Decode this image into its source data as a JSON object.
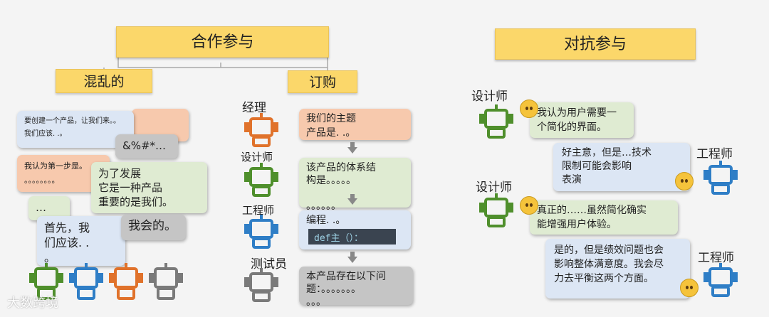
{
  "headers": {
    "cooperative": "合作参与",
    "adversarial": "对抗参与",
    "chaotic": "混乱的",
    "ordered": "订购"
  },
  "chaotic": {
    "b1": "要创建一个产品，让我们来。。\n   我们应该. .。",
    "b2": "&%#*…",
    "b3": "我认为第一步是。\n。。。。。。。。",
    "b4": "为了发展\n  它是一种产品\n重要的是我们。",
    "b5": "…",
    "b6": "首先，我\n们应该. .\n。",
    "b7": "我会的。"
  },
  "ordered": {
    "roles": [
      "经理",
      "设计师",
      "工程师",
      "测试员"
    ],
    "m1": "我们的主题\n  产品是. .。",
    "m2": "该产品的体系结\n构是。。。。。\n\n。。。。。。",
    "m3": "编程. .。",
    "code": "def主（）：",
    "m4": "本产品存在以下问\n题：。。。。。。。\n。。。"
  },
  "adversarial": {
    "role_designer": "设计师",
    "role_engineer": "工程师",
    "a1": "我认为用户需要一\n个简化的界面。",
    "a2": "好主意，但是…技术\n  限制可能会影响\n      表演",
    "a3": "真正的……虽然简化确实\n能增强用户体验。",
    "a4": "是的，但是绩效问题也会\n影响整体满意度。我会尽\n力去平衡这两个方面。"
  },
  "colors": {
    "green": "#4f8f2c",
    "blue": "#2f7ec6",
    "orange": "#e0722b",
    "gray": "#7a7a7a"
  },
  "watermark": "大数跨境"
}
